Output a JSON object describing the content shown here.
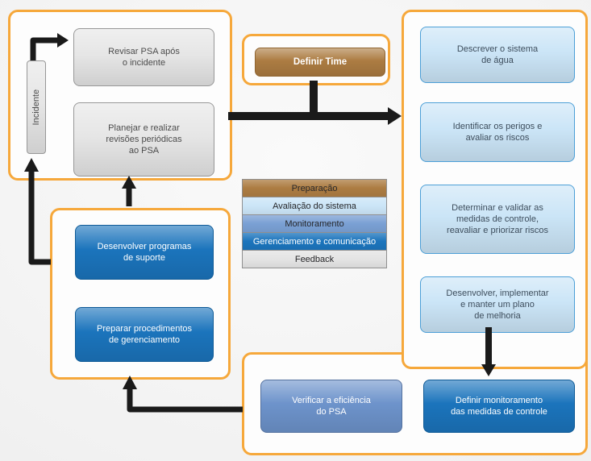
{
  "colors": {
    "group_border": "#F6A83B",
    "arrow": "#1A1A1A",
    "brown": "#AC7C42",
    "light_blue": "#CBE5F7",
    "medium_blue": "#6D93CB",
    "dark_blue": "#1B74BC",
    "gray": "#E6E6E6",
    "feedback_gray": "#E4E4E4"
  },
  "incident_group": {
    "incident_label": "Incidente",
    "review_box": "Revisar PSA após\no incidente",
    "plan_box": "Planejar e realizar\nrevisões periódicas\nao PSA"
  },
  "team": {
    "label": "Definir Time"
  },
  "assessment_steps": [
    {
      "label": "Descrever o sistema\nde água"
    },
    {
      "label": "Identificar os perigos e\navaliar os riscos"
    },
    {
      "label": "Determinar e validar as\nmedidas de controle,\nreavaliar e priorizar riscos"
    },
    {
      "label": "Desenvolver, implementar\ne manter um plano\nde melhoria"
    }
  ],
  "legend": [
    {
      "label": "Preparação",
      "color": "#AC7C42"
    },
    {
      "label": "Avaliação do sistema",
      "color": "#CBE5F7"
    },
    {
      "label": "Monitoramento",
      "color": "#7AA0D4"
    },
    {
      "label": "Gerenciamento e comunicação",
      "color": "#1B74BC"
    },
    {
      "label": "Feedback",
      "color": "#E4E4E4"
    }
  ],
  "support_group": {
    "programs_box": "Desenvolver programas\nde suporte",
    "procedures_box": "Preparar procedimentos\nde gerenciamento"
  },
  "review_group": {
    "verify_box": "Verificar a eficiência\ndo PSA",
    "monitoring_box": "Definir monitoramento\ndas medidas de controle"
  }
}
